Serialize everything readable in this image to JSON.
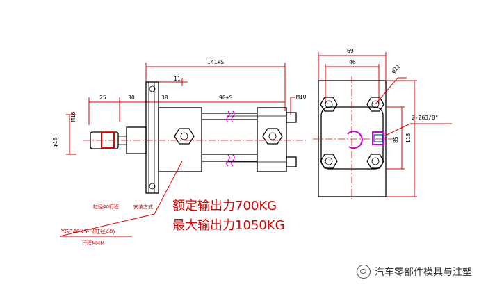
{
  "dims": {
    "total_length": "141+S",
    "flange_to_port": "11",
    "rod_length": "25",
    "rod_to_flange": "30",
    "flange_thickness": "38",
    "stroke_body": "90+S",
    "port_thread": "M10",
    "rod_thread": "M16",
    "rod_dia": "φ18",
    "width_top": "69",
    "inner_width": "46",
    "hole_dia": "φ11",
    "ports": "2-ZG3/8\"",
    "height_inner": "85",
    "height_total": "118"
  },
  "rating": {
    "rated": "额定输出力700KG",
    "max": "最大输出力1050KG"
  },
  "notes": {
    "n1": "缸径40行程",
    "n2": "安装方式",
    "model": "YGC40XS-F(缸径40)",
    "stroke": "行程MMM"
  },
  "watermark": {
    "text": "汽车零部件模具与注塑"
  }
}
